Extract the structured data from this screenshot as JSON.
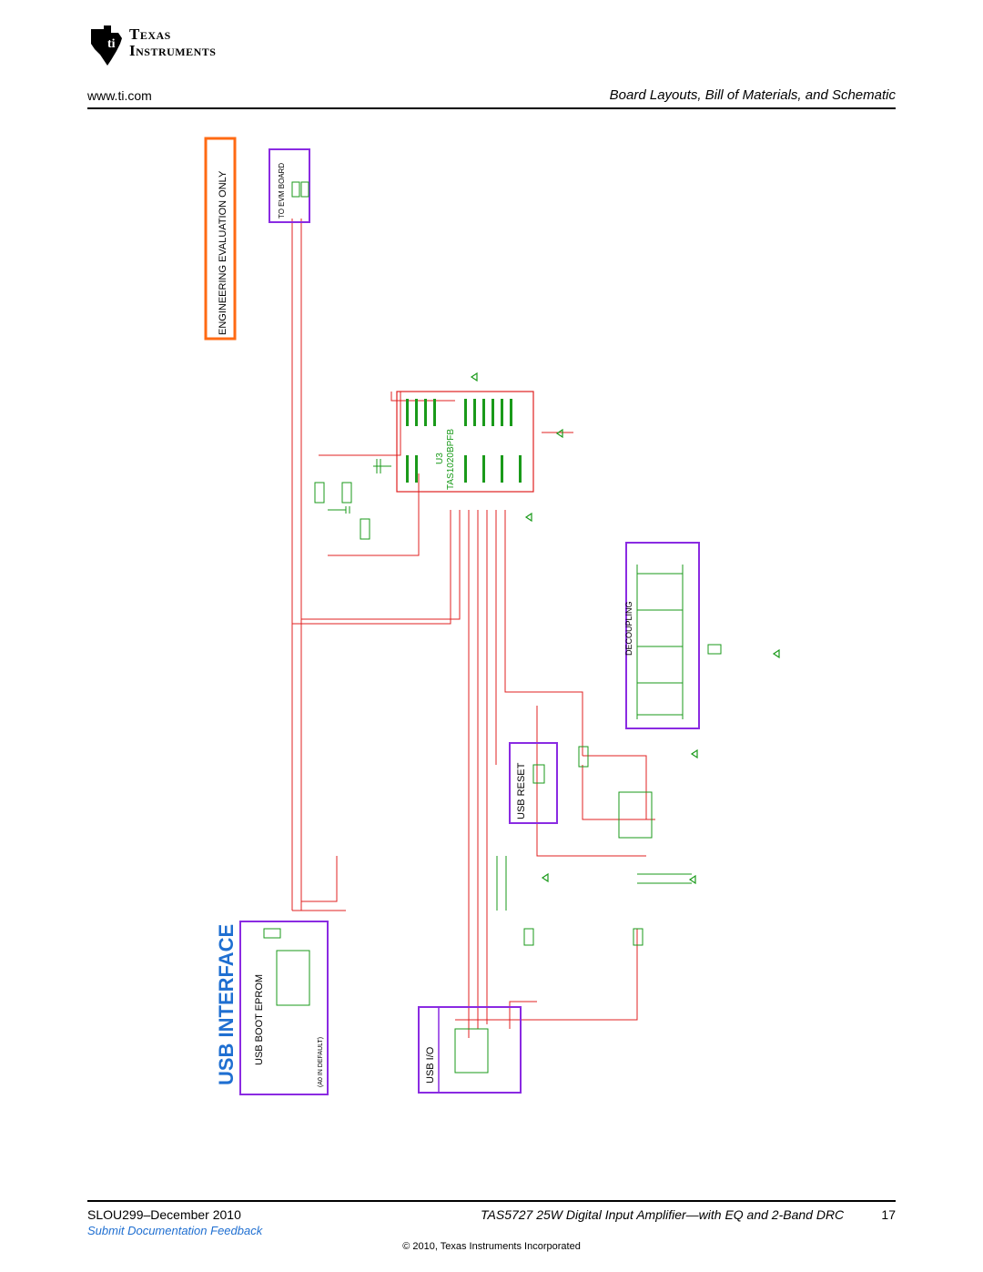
{
  "header": {
    "company_line1": "Texas",
    "company_line2": "Instruments",
    "url": "www.ti.com",
    "section_title": "Board Layouts, Bill of Materials, and Schematic"
  },
  "schematic": {
    "title": "USB INTERFACE",
    "evaluation_note": "ENGINEERING EVALUATION ONLY",
    "to_evm_board": "TO EVM BOARD",
    "usb_boot_eprom": "USB BOOT EPROM",
    "usb_reset": "USB RESET",
    "usb_io": "USB I/O",
    "decoupling": "DECOUPLING",
    "eprom_note": "(A0 IN DEFAULT)",
    "u3_ref": "U3",
    "u3_part": "TAS1020BPFB"
  },
  "footer": {
    "doc_id": "SLOU299–December 2010",
    "doc_title": "TAS5727 25W Digital Input Amplifier—with EQ and 2-Band DRC",
    "page_number": "17",
    "feedback_link": "Submit Documentation Feedback",
    "copyright": "© 2010, Texas Instruments Incorporated"
  }
}
